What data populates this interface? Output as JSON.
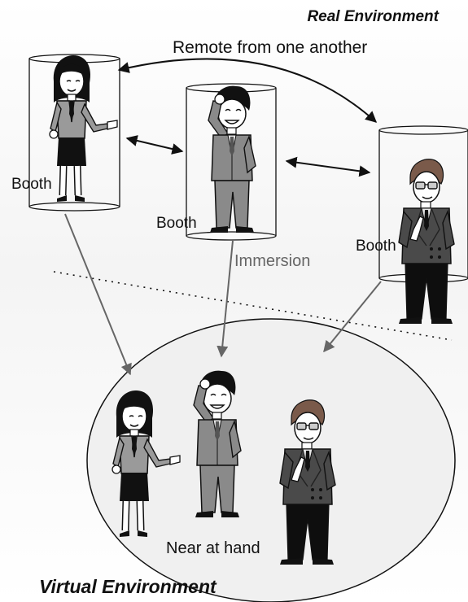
{
  "labels": {
    "real_environment": "Real Environment",
    "virtual_environment": "Virtual Environment",
    "remote": "Remote from one another",
    "booth": "Booth",
    "immersion": "Immersion",
    "near": "Near at hand"
  },
  "people": [
    {
      "name": "woman",
      "hair": "#111111",
      "jacket": "#9a9a9a",
      "skirt": "#111111"
    },
    {
      "name": "man-waving",
      "hair": "#111111",
      "suit": "#8a8a8a"
    },
    {
      "name": "man-glasses",
      "hair": "#7a5a4a",
      "jacket": "#4a4a4a",
      "trousers": "#0e0e0e"
    }
  ],
  "colors": {
    "line": "#111111",
    "arrow_gray": "#666666",
    "skin": "#ffffff",
    "shirt": "#e8e8e8"
  }
}
